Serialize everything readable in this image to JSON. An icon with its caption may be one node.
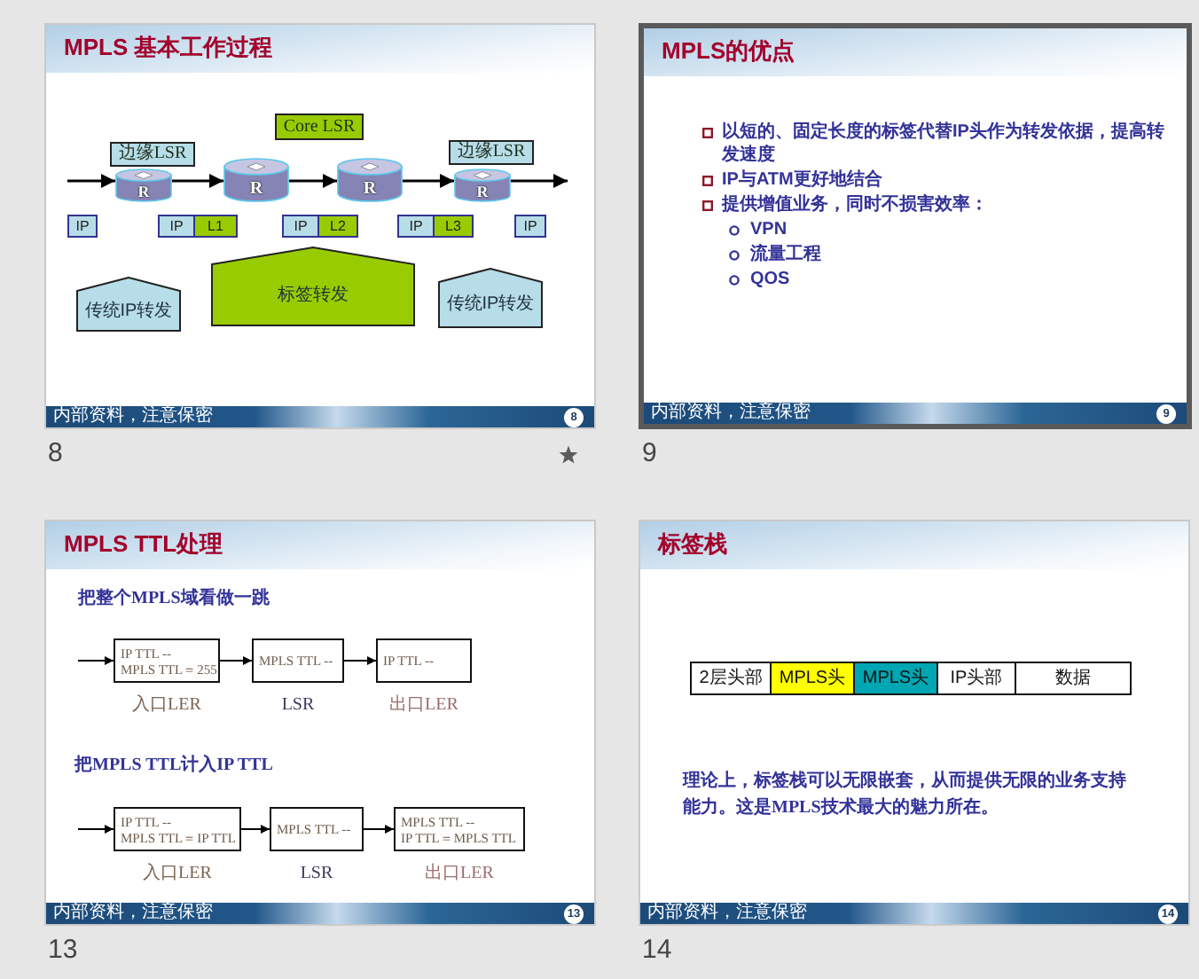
{
  "diagram": {
    "nodes": [
      {
        "text": [
          "MPLS 基本工作过程"
        ],
        "beside": [
          "8"
        ]
      },
      {
        "text": [
          "Core LSR"
        ],
        "in": 0
      },
      {
        "text": [
          "边缘LSR"
        ],
        "in": 0
      },
      {
        "text": [
          "边缘LSR"
        ],
        "in": 0
      },
      {
        "text": [
          "R"
        ],
        "in": 0
      },
      {
        "text": [
          "R"
        ],
        "in": 0
      },
      {
        "text": [
          "R"
        ],
        "in": 0
      },
      {
        "text": [
          "R"
        ],
        "in": 0
      },
      {
        "text": [
          "IP"
        ],
        "in": 0
      },
      {
        "text": [
          "IP"
        ],
        "in": 0
      },
      {
        "text": [
          "L1"
        ],
        "in": 0
      },
      {
        "text": [
          "IP"
        ],
        "in": 0
      },
      {
        "text": [
          "L2"
        ],
        "in": 0
      },
      {
        "text": [
          "IP"
        ],
        "in": 0
      },
      {
        "text": [
          "L3"
        ],
        "in": 0
      },
      {
        "text": [
          "IP"
        ],
        "in": 0
      },
      {
        "text": [
          "传统IP转发"
        ],
        "in": 0
      },
      {
        "text": [
          "标签转发"
        ],
        "in": 0
      },
      {
        "text": [
          "传统IP转发"
        ],
        "in": 0
      },
      {
        "text": [
          "MPLS的优点"
        ],
        "beside": [
          "9"
        ]
      },
      {
        "text": [
          "MPLS TTL处理"
        ],
        "beside": [
          "13"
        ]
      },
      {
        "text": [
          "IP TTL --",
          "MPLS TTL＝255"
        ],
        "beside": [
          "入口LER"
        ],
        "in": 20
      },
      {
        "text": [
          "MPLS TTL --"
        ],
        "beside": [
          "LSR"
        ],
        "in": 20
      },
      {
        "text": [
          "IP TTL --"
        ],
        "beside": [
          "出口LER"
        ],
        "in": 20
      },
      {
        "text": [
          "IP TTL --",
          "MPLS TTL＝IP TTL"
        ],
        "beside": [
          "入口LER"
        ],
        "in": 20
      },
      {
        "text": [
          "MPLS TTL --"
        ],
        "beside": [
          "LSR"
        ],
        "in": 20
      },
      {
        "text": [
          "MPLS TTL --",
          "IP TTL＝MPLS TTL"
        ],
        "beside": [
          "出口LER"
        ],
        "in": 20
      },
      {
        "text": [
          "标签栈"
        ],
        "beside": [
          "14"
        ]
      }
    ],
    "edges": [
      {
        "from": null,
        "to": 4,
        "arrow": "to"
      },
      {
        "from": 4,
        "to": 5,
        "arrow": "to"
      },
      {
        "from": 5,
        "to": 6,
        "arrow": "to"
      },
      {
        "from": 6,
        "to": 7,
        "arrow": "to"
      },
      {
        "from": 7,
        "to": null,
        "arrow": "to"
      },
      {
        "from": null,
        "to": 21,
        "arrow": "to"
      },
      {
        "from": 21,
        "to": 22,
        "arrow": "to"
      },
      {
        "from": 22,
        "to": 23,
        "arrow": "to"
      },
      {
        "from": null,
        "to": 24,
        "arrow": "to"
      },
      {
        "from": 24,
        "to": 25,
        "arrow": "to"
      },
      {
        "from": 25,
        "to": 26,
        "arrow": "to"
      }
    ],
    "labels": [
      "内部资料，注意保密",
      "8",
      "以短的、固定长度的标签代替IP头作为转发依据，提高转发速度",
      "IP与ATM更好地结合",
      "提供增值业务，同时不损害效率：",
      "VPN",
      "流量工程",
      "QOS",
      "内部资料，注意保密",
      "9",
      "把整个MPLS域看做一跳",
      "把MPLS TTL计入IP TTL",
      "内部资料，注意保密",
      "13",
      "2层头部",
      "MPLS头",
      "MPLS头",
      "IP头部",
      "数据",
      "理论上，标签栈可以无限嵌套，从而提供无限的业务支持能力。这是MPLS技术最大的魅力所在。",
      "内部资料，注意保密",
      "14"
    ]
  }
}
